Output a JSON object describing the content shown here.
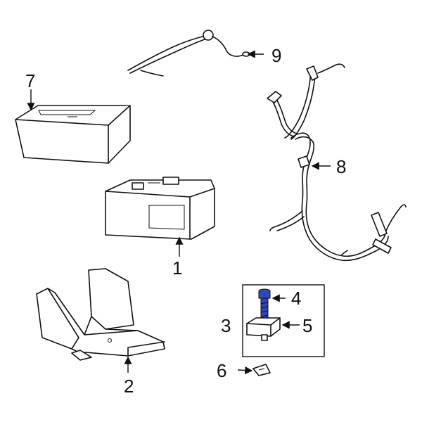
{
  "callouts": [
    {
      "id": "1",
      "label": "1"
    },
    {
      "id": "2",
      "label": "2"
    },
    {
      "id": "3",
      "label": "3"
    },
    {
      "id": "4",
      "label": "4"
    },
    {
      "id": "5",
      "label": "5"
    },
    {
      "id": "6",
      "label": "6"
    },
    {
      "id": "7",
      "label": "7"
    },
    {
      "id": "8",
      "label": "8"
    },
    {
      "id": "9",
      "label": "9"
    }
  ],
  "colors": {
    "line": "#111111",
    "highlight_bolt": "#2d49b8",
    "background": "#ffffff"
  }
}
